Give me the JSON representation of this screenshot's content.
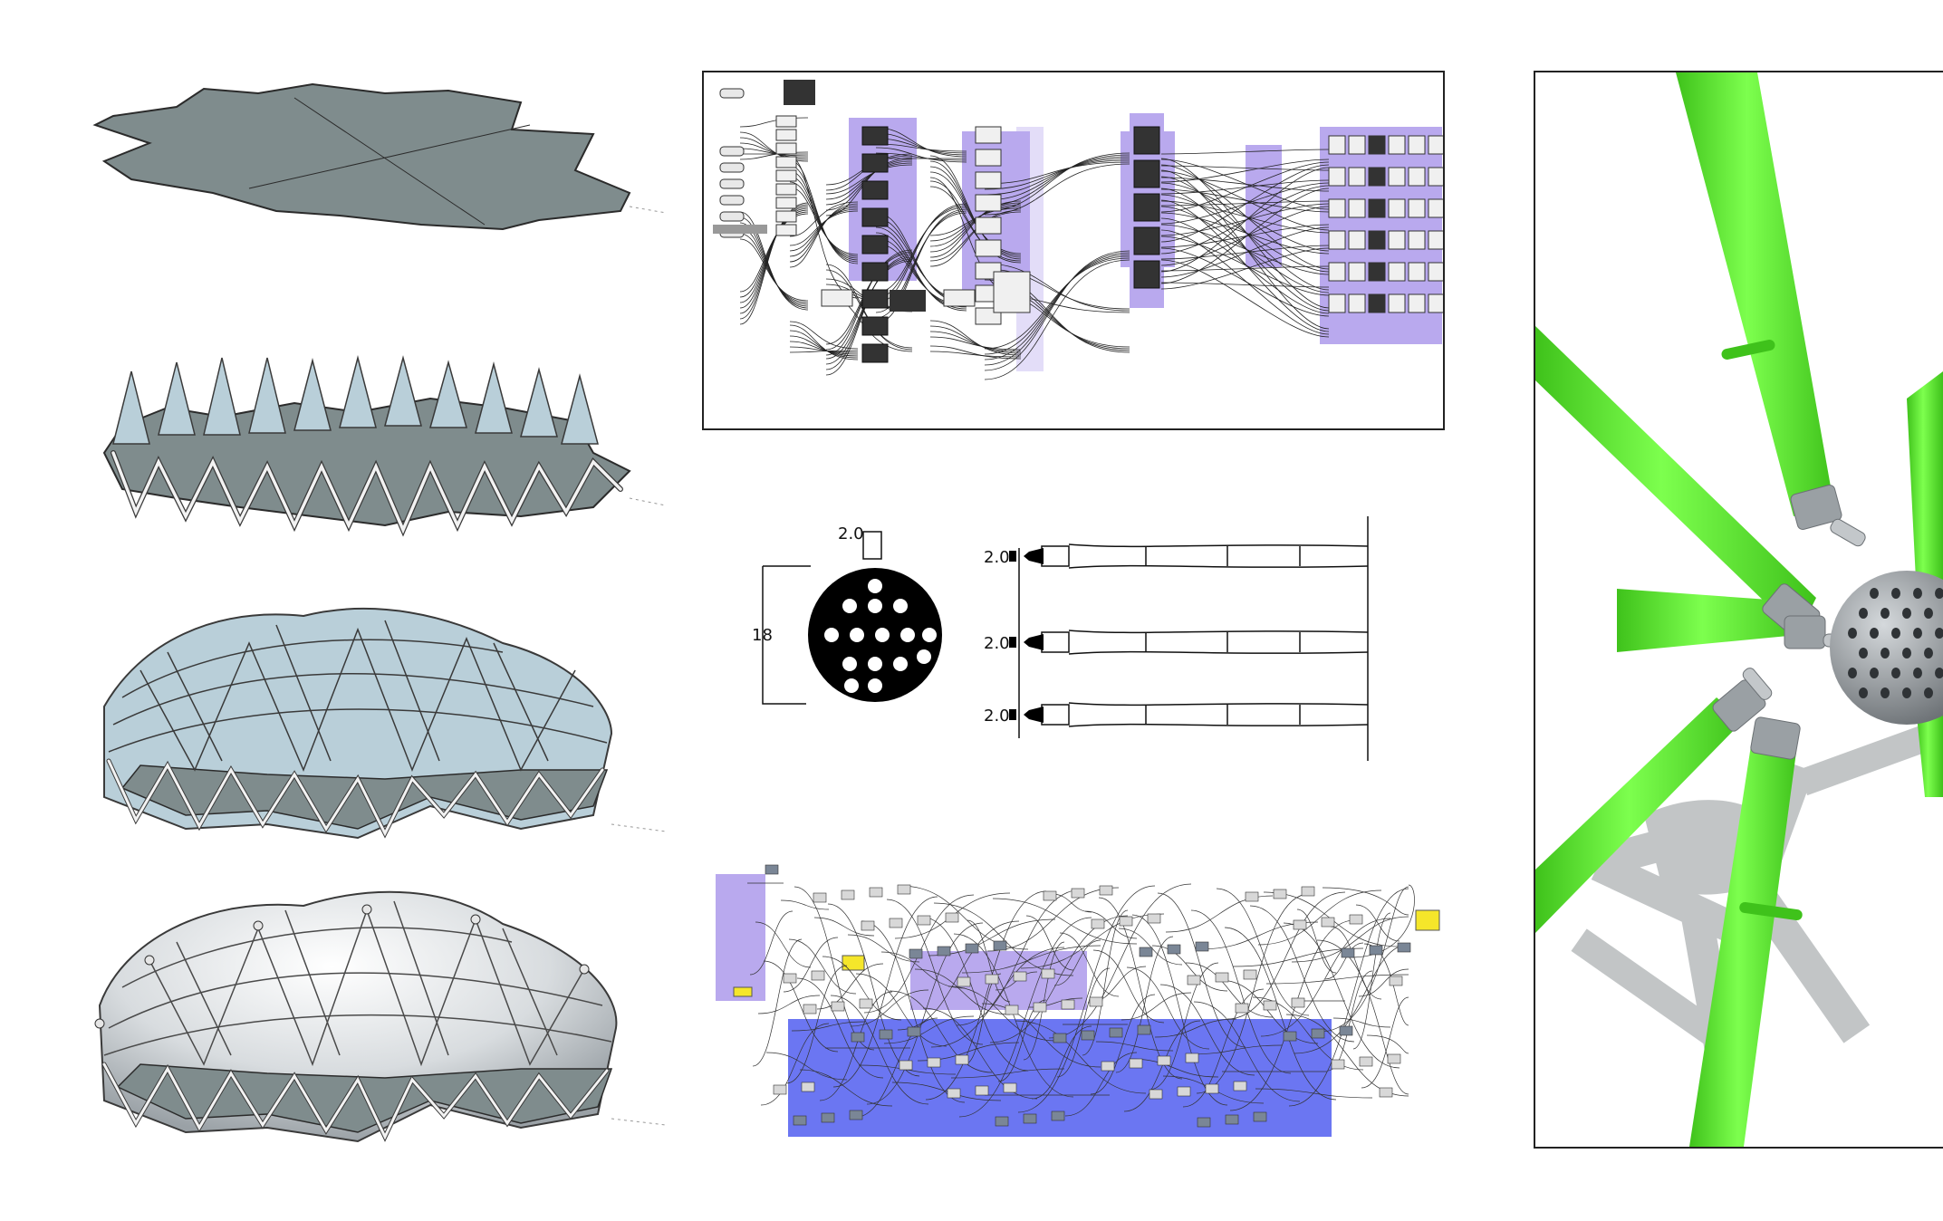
{
  "colors": {
    "slab": "#7f8c8d",
    "slab_edge": "#2b2b2b",
    "strut": "#f2f2f2",
    "strut_edge": "#3a3a3a",
    "membrane": "#b9cfd9",
    "node_group": "#b9a9ee",
    "node_group_blue": "#6b76f2",
    "panel_yellow": "#f5e62a",
    "bamboo": "#63e83a",
    "bamboo_dark": "#3fc21b",
    "joint_grey": "#9aa0a4",
    "joint_dark": "#6c7175",
    "shadow": "#b8bcbd"
  },
  "icons": [
    "perforated-disc-icon",
    "bamboo-joint-icon",
    "connector-sphere-icon"
  ],
  "detail": {
    "hole_dim": "2.0",
    "disc_dim": "18",
    "pole_dims": [
      "2.0",
      "2.0",
      "2.0"
    ]
  }
}
